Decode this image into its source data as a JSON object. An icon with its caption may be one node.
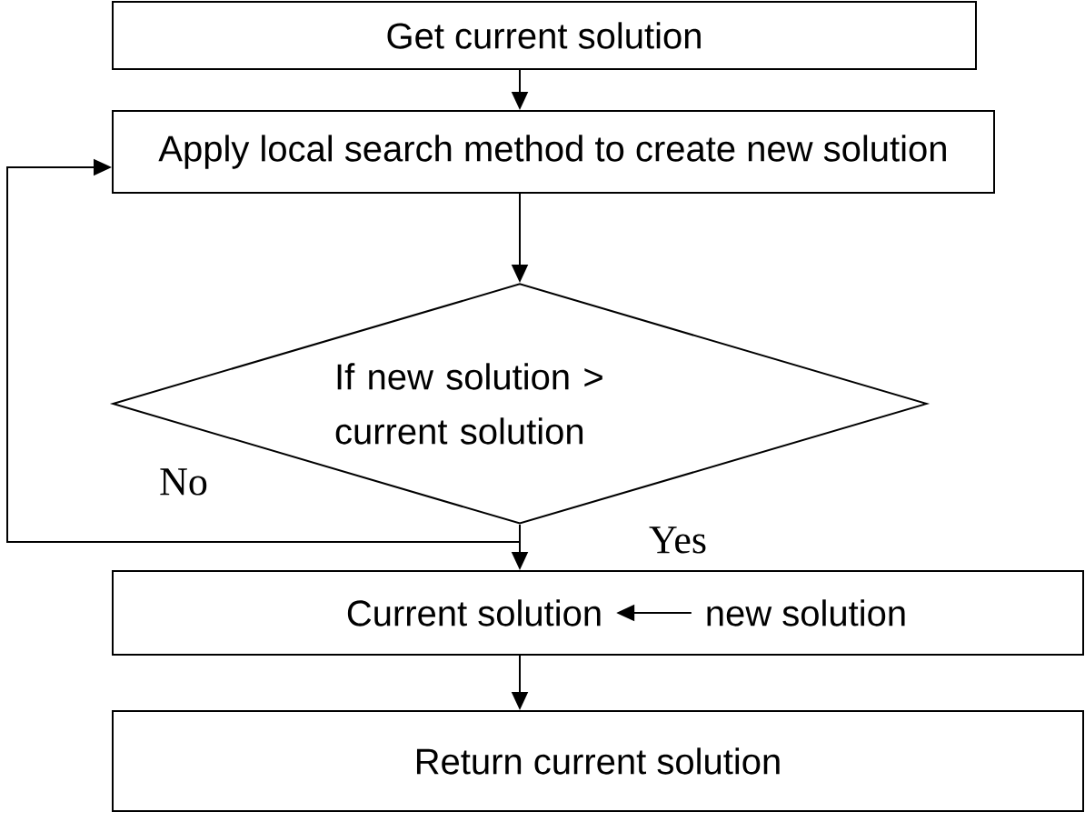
{
  "diagram": {
    "nodes": [
      {
        "text": [
          "Get current solution"
        ]
      },
      {
        "text": [
          "Apply local search method to create new solution"
        ]
      },
      {
        "text": [
          "If new solution > current solution"
        ]
      },
      {
        "text": [],
        "shape": "box"
      },
      {
        "text": [
          "Current solution"
        ],
        "in": 3
      },
      {
        "text": [
          "new solution"
        ],
        "in": 3
      },
      {
        "text": [
          "Return current solution"
        ]
      }
    ],
    "edges": [
      {
        "from": 0,
        "to": 1,
        "arrow": "to"
      },
      {
        "from": 1,
        "to": 2,
        "arrow": "to"
      },
      {
        "from": 2,
        "to": 1,
        "arrow": "to",
        "label": "No"
      },
      {
        "from": 2,
        "to": 3,
        "arrow": "to",
        "label": "Yes"
      },
      {
        "from": 5,
        "to": 4,
        "arrow": "to"
      },
      {
        "from": 3,
        "to": 6,
        "arrow": "to"
      }
    ]
  }
}
